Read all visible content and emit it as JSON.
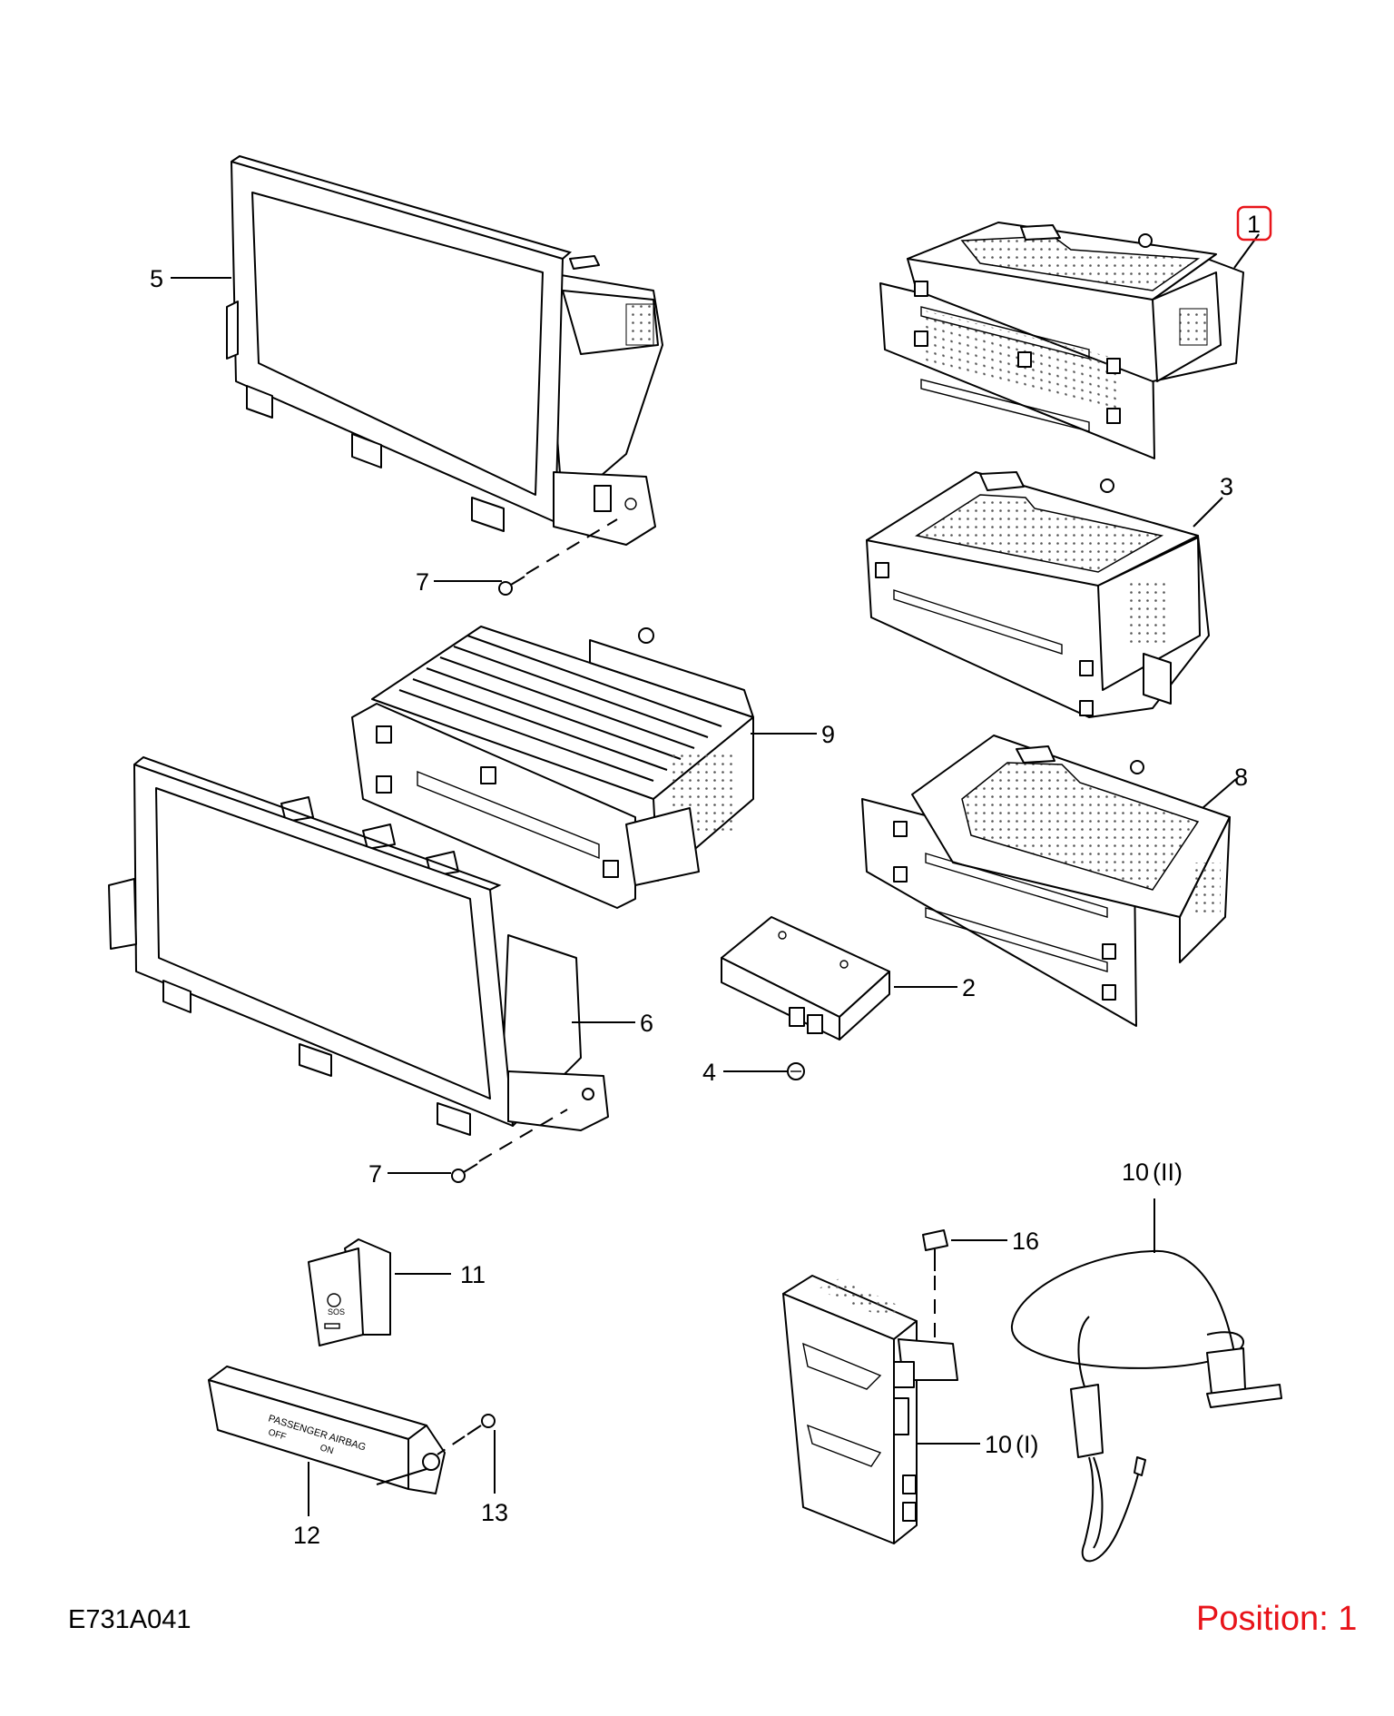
{
  "diagram_code": "E731A041",
  "position_text": "Position: 1",
  "highlight_color": "#e8141a",
  "callouts": {
    "c1": "1",
    "c2": "2",
    "c3": "3",
    "c4": "4",
    "c5": "5",
    "c6": "6",
    "c7a": "7",
    "c7b": "7",
    "c8": "8",
    "c9": "9",
    "c10a": "10",
    "c10a_sfx": "(I)",
    "c10b": "10",
    "c10b_sfx": "(II)",
    "c11": "11",
    "c12": "12",
    "c13": "13",
    "c16": "16"
  },
  "switch_text": {
    "line1": "PASSENGER AIRBAG",
    "off": "OFF",
    "on": "ON",
    "sos": "SOS"
  }
}
